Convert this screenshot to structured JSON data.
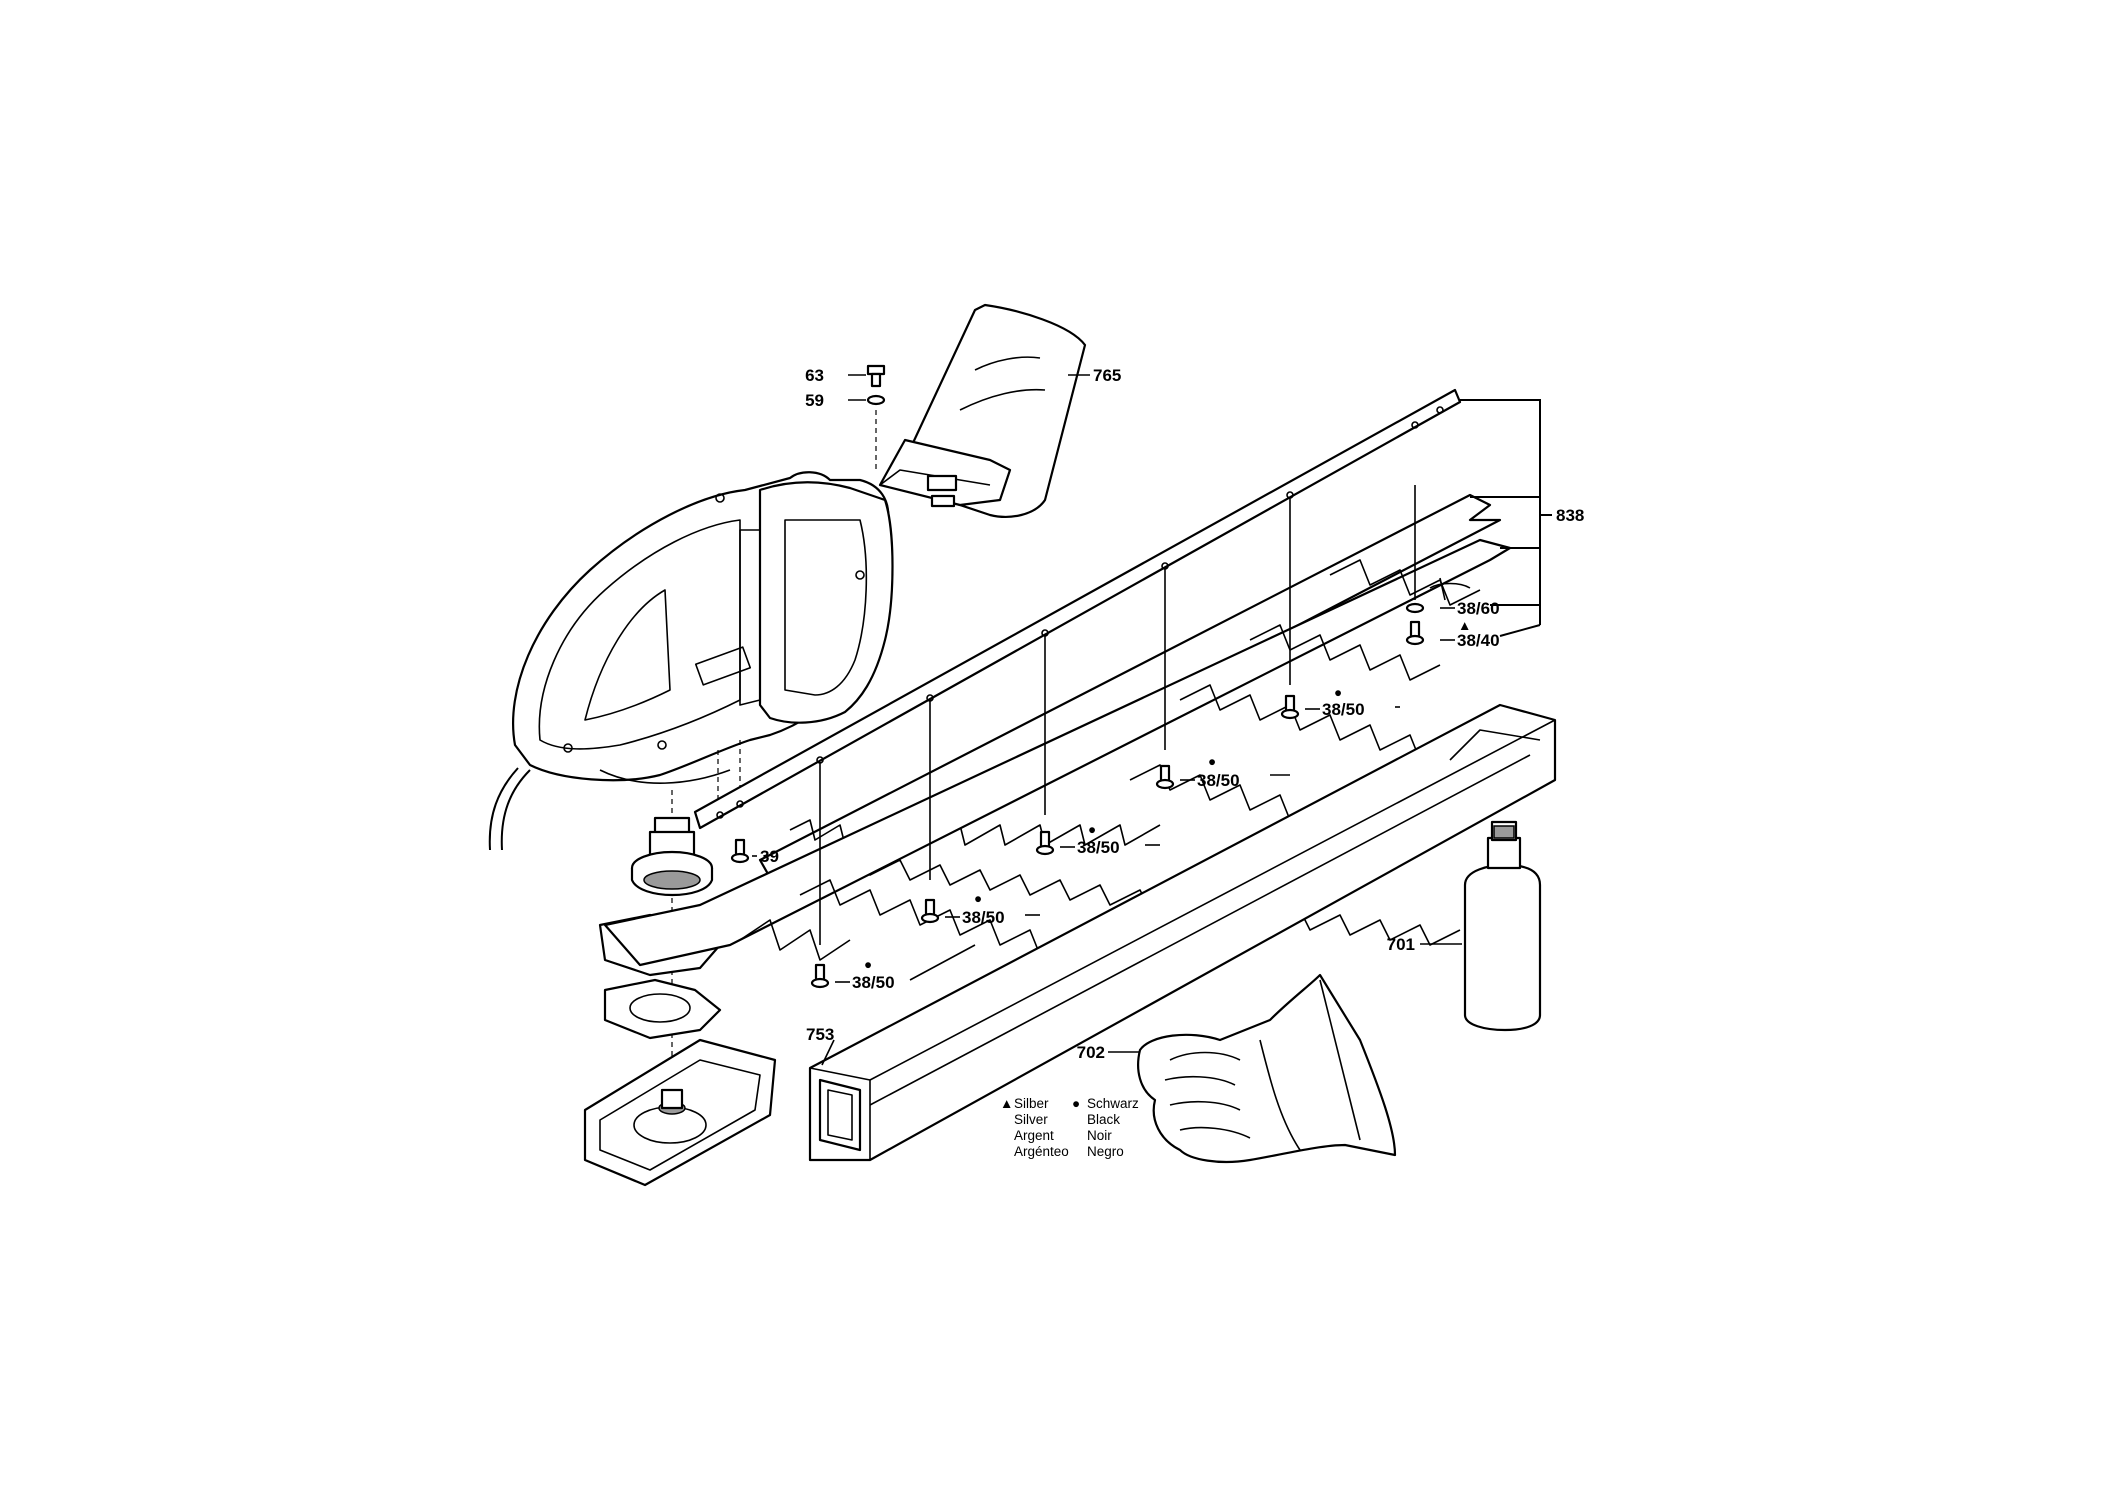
{
  "labels": {
    "screw_cap": "63",
    "washer_cap": "59",
    "blade_guard": "765",
    "blade_assembly": "838",
    "washer_ring": "38/60",
    "screw_silver": "38/40",
    "screw_black_1": "38/50",
    "screw_black_2": "38/50",
    "screw_black_3": "38/50",
    "screw_black_4": "38/50",
    "screw_black_5": "38/50",
    "screw_39": "39",
    "oil_bottle": "701",
    "gloves": "702",
    "scabbard": "753"
  },
  "legend": {
    "silver": {
      "symbol": "▲",
      "lines": [
        "Silber",
        "Silver",
        "Argent",
        "Argénteo"
      ]
    },
    "black": {
      "symbol": "●",
      "lines": [
        "Schwarz",
        "Black",
        "Noir",
        "Negro"
      ]
    }
  },
  "markers": {
    "triangle": "▲",
    "dot": "●"
  }
}
